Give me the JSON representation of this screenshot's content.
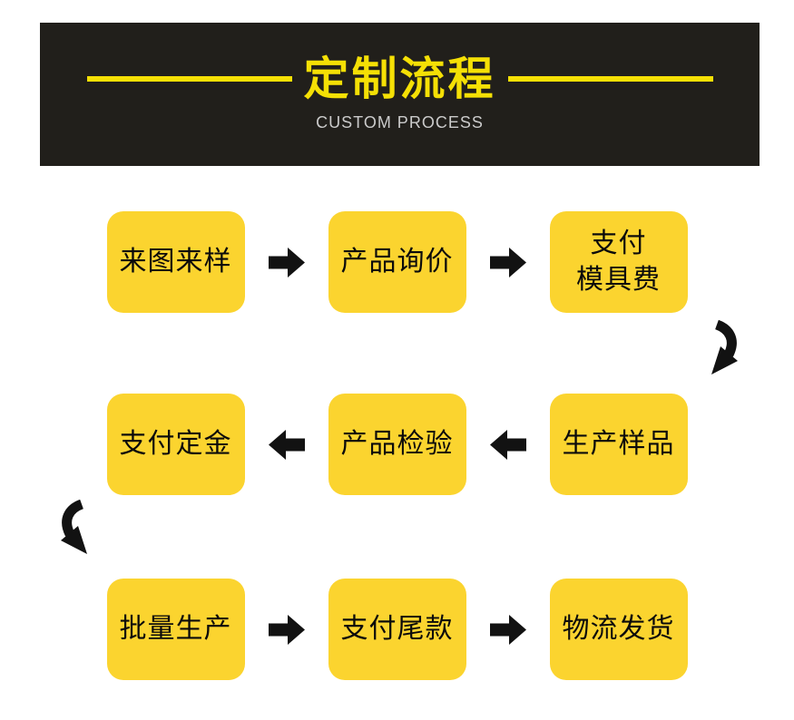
{
  "header": {
    "title": "定制流程",
    "subtitle": "CUSTOM PROCESS"
  },
  "flow": {
    "rows": [
      {
        "direction": "right",
        "steps": [
          {
            "lines": [
              "来图来样"
            ]
          },
          {
            "lines": [
              "产品询价"
            ]
          },
          {
            "lines": [
              "支付",
              "模具费"
            ]
          }
        ]
      },
      {
        "direction": "left",
        "steps": [
          {
            "lines": [
              "支付定金"
            ]
          },
          {
            "lines": [
              "产品检验"
            ]
          },
          {
            "lines": [
              "生产样品"
            ]
          }
        ]
      },
      {
        "direction": "right",
        "steps": [
          {
            "lines": [
              "批量生产"
            ]
          },
          {
            "lines": [
              "支付尾款"
            ]
          },
          {
            "lines": [
              "物流发货"
            ]
          }
        ]
      }
    ],
    "connectors": [
      {
        "name": "curved-arrow-down-left",
        "position": "right-of-row-1"
      },
      {
        "name": "curved-arrow-down-right",
        "position": "left-of-row-2"
      }
    ]
  },
  "icons": {
    "flow_arrow_right": "block-arrow-right",
    "flow_arrow_left": "block-arrow-left"
  },
  "colors": {
    "banner_bg": "#211f1b",
    "accent_yellow": "#f5e005",
    "box_yellow": "#fbd42f",
    "subtitle_gray": "#cbcbcb",
    "arrow_black": "#121212",
    "step_text": "#0b0b0b"
  }
}
